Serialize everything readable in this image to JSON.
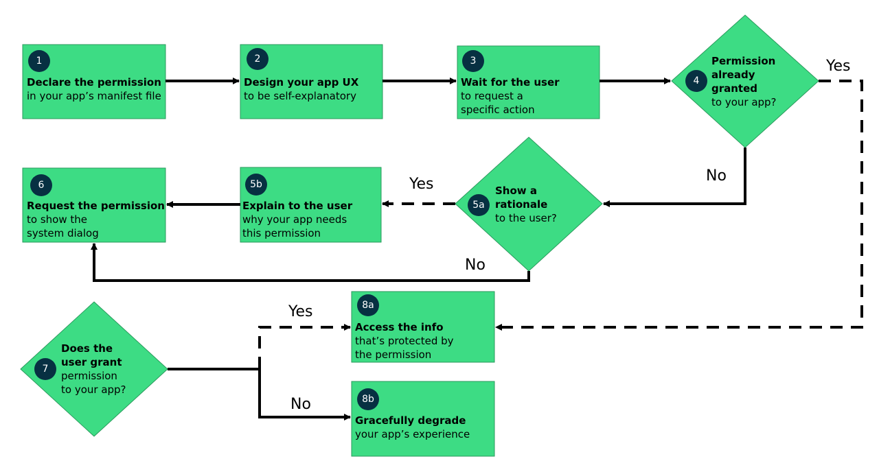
{
  "colors": {
    "node_fill": "#3ddc84",
    "badge": "#073042",
    "line": "#000000"
  },
  "nodes": [
    {
      "id": "1",
      "bold": "Declare the permission",
      "text": [
        "in your app’s manifest file"
      ],
      "shape": "box"
    },
    {
      "id": "2",
      "bold": "Design your app UX",
      "text": [
        "to be self-explanatory"
      ],
      "shape": "box"
    },
    {
      "id": "3",
      "bold": "Wait for the user",
      "text": [
        "to request a",
        "specific action"
      ],
      "shape": "box"
    },
    {
      "id": "4",
      "bold": "Permission already granted",
      "bold_lines": [
        "Permission",
        "already",
        "granted"
      ],
      "text": [
        "to your app?"
      ],
      "shape": "diamond"
    },
    {
      "id": "5a",
      "bold_lines": [
        "Show a",
        "rationale"
      ],
      "text": [
        "to the user?"
      ],
      "shape": "diamond"
    },
    {
      "id": "5b",
      "bold": "Explain to the user",
      "text": [
        "why your app needs",
        "this permission"
      ],
      "shape": "box"
    },
    {
      "id": "6",
      "bold": "Request the permission",
      "text": [
        "to show the",
        "system dialog"
      ],
      "shape": "box"
    },
    {
      "id": "7",
      "bold_lines": [
        "Does the",
        "user grant"
      ],
      "text": [
        "permission",
        "to your app?"
      ],
      "shape": "diamond"
    },
    {
      "id": "8a",
      "bold": "Access the info",
      "text": [
        "that’s protected by",
        "the permission"
      ],
      "shape": "box"
    },
    {
      "id": "8b",
      "bold": "Gracefully degrade",
      "text": [
        "your app’s experience"
      ],
      "shape": "box"
    }
  ],
  "edge_labels": {
    "yes4": "Yes",
    "no4": "No",
    "yes5a": "Yes",
    "no5a": "No",
    "yes7": "Yes",
    "no7": "No"
  }
}
